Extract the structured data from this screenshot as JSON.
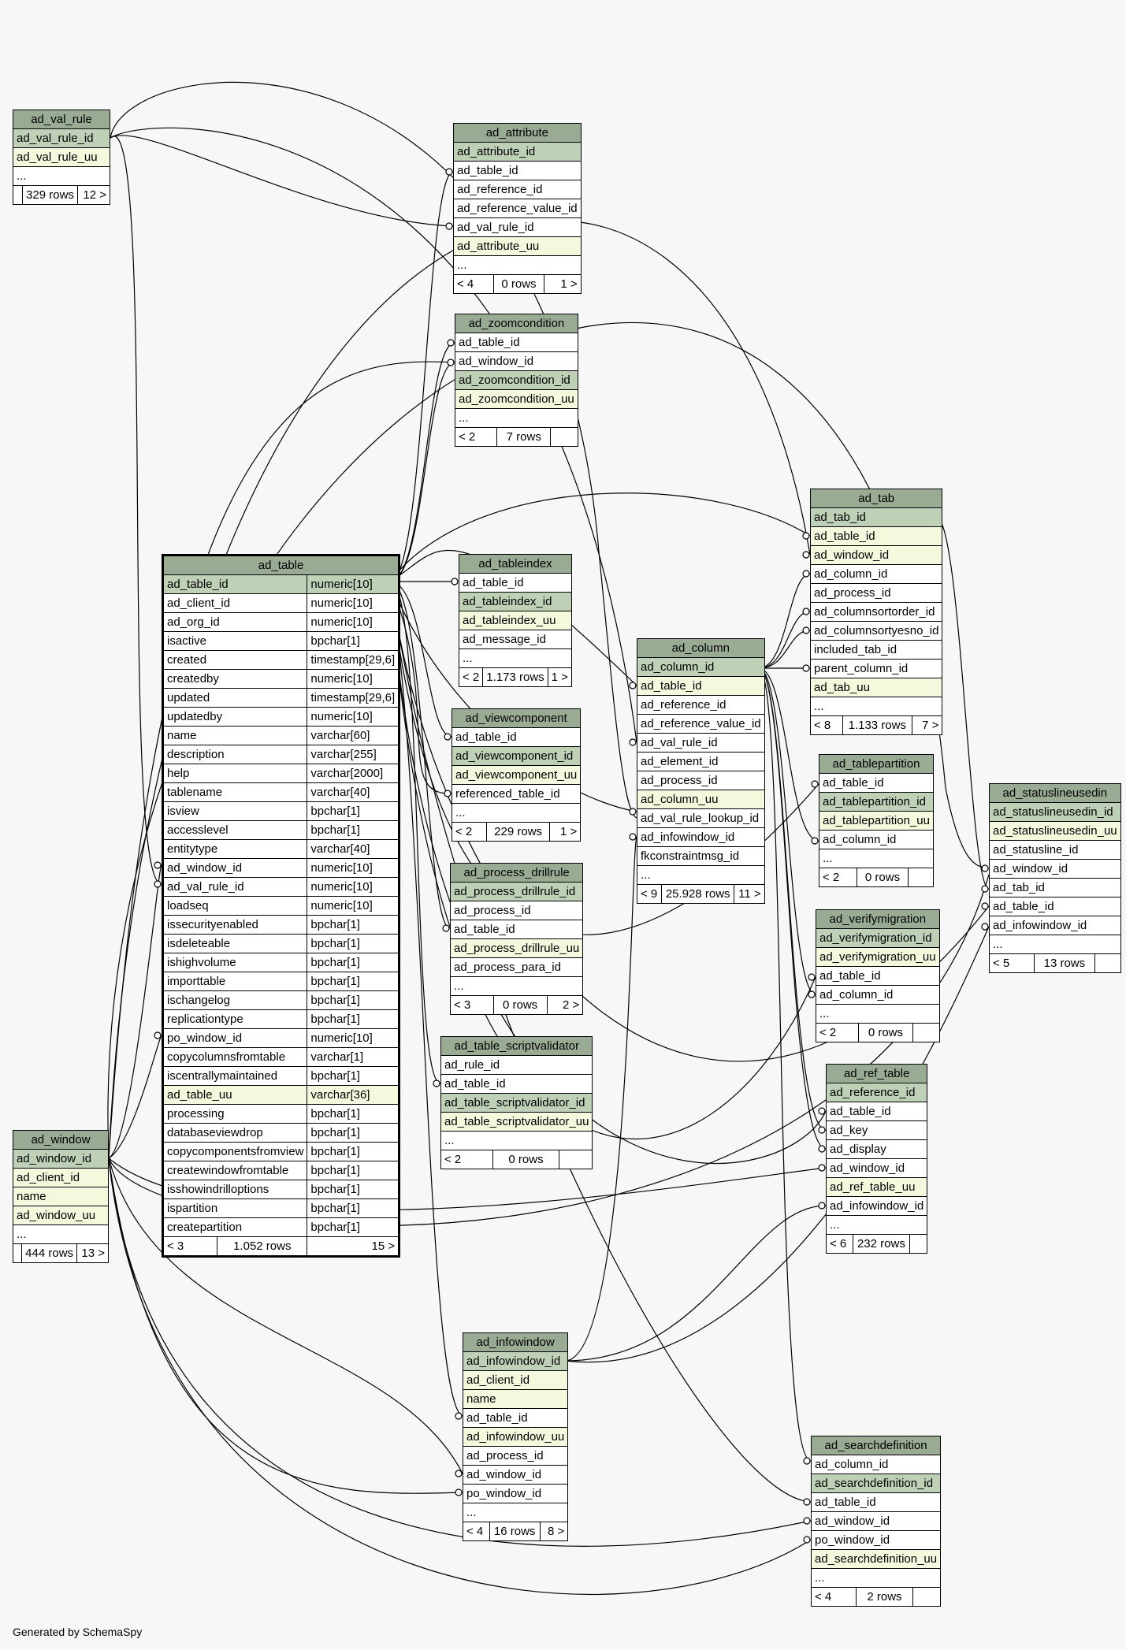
{
  "footer_text": "Generated by SchemaSpy",
  "colors": {
    "header": "#9aab94",
    "primary_key": "#bed0b6",
    "unique_key": "#f4f8dd",
    "plain": "#ffffff",
    "background": "#f7f7f7"
  },
  "tables": [
    {
      "id": "ad_val_rule",
      "name": "ad_val_rule",
      "columns": [
        {
          "name": "ad_val_rule_id",
          "kind": "pk"
        },
        {
          "name": "ad_val_rule_uu",
          "kind": "uk"
        },
        {
          "name": "...",
          "kind": "plain"
        }
      ],
      "footer": {
        "parents": "",
        "rows": "329 rows",
        "children": "12 >"
      }
    },
    {
      "id": "ad_attribute",
      "name": "ad_attribute",
      "columns": [
        {
          "name": "ad_attribute_id",
          "kind": "pk"
        },
        {
          "name": "ad_table_id",
          "kind": "plain"
        },
        {
          "name": "ad_reference_id",
          "kind": "plain"
        },
        {
          "name": "ad_reference_value_id",
          "kind": "plain"
        },
        {
          "name": "ad_val_rule_id",
          "kind": "plain"
        },
        {
          "name": "ad_attribute_uu",
          "kind": "uk"
        },
        {
          "name": "...",
          "kind": "plain"
        }
      ],
      "footer": {
        "parents": "< 4",
        "rows": "0 rows",
        "children": "1 >"
      }
    },
    {
      "id": "ad_zoomcondition",
      "name": "ad_zoomcondition",
      "columns": [
        {
          "name": "ad_table_id",
          "kind": "plain"
        },
        {
          "name": "ad_window_id",
          "kind": "plain"
        },
        {
          "name": "ad_zoomcondition_id",
          "kind": "pk"
        },
        {
          "name": "ad_zoomcondition_uu",
          "kind": "uk"
        },
        {
          "name": "...",
          "kind": "plain"
        }
      ],
      "footer": {
        "parents": "< 2",
        "rows": "7 rows",
        "children": ""
      }
    },
    {
      "id": "ad_table",
      "name": "ad_table",
      "focus": true,
      "columns": [
        {
          "name": "ad_table_id",
          "type": "numeric[10]",
          "kind": "pk"
        },
        {
          "name": "ad_client_id",
          "type": "numeric[10]",
          "kind": "plain"
        },
        {
          "name": "ad_org_id",
          "type": "numeric[10]",
          "kind": "plain"
        },
        {
          "name": "isactive",
          "type": "bpchar[1]",
          "kind": "plain"
        },
        {
          "name": "created",
          "type": "timestamp[29,6]",
          "kind": "plain"
        },
        {
          "name": "createdby",
          "type": "numeric[10]",
          "kind": "plain"
        },
        {
          "name": "updated",
          "type": "timestamp[29,6]",
          "kind": "plain"
        },
        {
          "name": "updatedby",
          "type": "numeric[10]",
          "kind": "plain"
        },
        {
          "name": "name",
          "type": "varchar[60]",
          "kind": "plain"
        },
        {
          "name": "description",
          "type": "varchar[255]",
          "kind": "plain"
        },
        {
          "name": "help",
          "type": "varchar[2000]",
          "kind": "plain"
        },
        {
          "name": "tablename",
          "type": "varchar[40]",
          "kind": "plain"
        },
        {
          "name": "isview",
          "type": "bpchar[1]",
          "kind": "plain"
        },
        {
          "name": "accesslevel",
          "type": "bpchar[1]",
          "kind": "plain"
        },
        {
          "name": "entitytype",
          "type": "varchar[40]",
          "kind": "plain"
        },
        {
          "name": "ad_window_id",
          "type": "numeric[10]",
          "kind": "plain"
        },
        {
          "name": "ad_val_rule_id",
          "type": "numeric[10]",
          "kind": "plain"
        },
        {
          "name": "loadseq",
          "type": "numeric[10]",
          "kind": "plain"
        },
        {
          "name": "issecurityenabled",
          "type": "bpchar[1]",
          "kind": "plain"
        },
        {
          "name": "isdeleteable",
          "type": "bpchar[1]",
          "kind": "plain"
        },
        {
          "name": "ishighvolume",
          "type": "bpchar[1]",
          "kind": "plain"
        },
        {
          "name": "importtable",
          "type": "bpchar[1]",
          "kind": "plain"
        },
        {
          "name": "ischangelog",
          "type": "bpchar[1]",
          "kind": "plain"
        },
        {
          "name": "replicationtype",
          "type": "bpchar[1]",
          "kind": "plain"
        },
        {
          "name": "po_window_id",
          "type": "numeric[10]",
          "kind": "plain"
        },
        {
          "name": "copycolumnsfromtable",
          "type": "varchar[1]",
          "kind": "plain"
        },
        {
          "name": "iscentrallymaintained",
          "type": "bpchar[1]",
          "kind": "plain"
        },
        {
          "name": "ad_table_uu",
          "type": "varchar[36]",
          "kind": "uk"
        },
        {
          "name": "processing",
          "type": "bpchar[1]",
          "kind": "plain"
        },
        {
          "name": "databaseviewdrop",
          "type": "bpchar[1]",
          "kind": "plain"
        },
        {
          "name": "copycomponentsfromview",
          "type": "bpchar[1]",
          "kind": "plain"
        },
        {
          "name": "createwindowfromtable",
          "type": "bpchar[1]",
          "kind": "plain"
        },
        {
          "name": "isshowindrilloptions",
          "type": "bpchar[1]",
          "kind": "plain"
        },
        {
          "name": "ispartition",
          "type": "bpchar[1]",
          "kind": "plain"
        },
        {
          "name": "createpartition",
          "type": "bpchar[1]",
          "kind": "plain"
        }
      ],
      "footer": {
        "parents": "< 3",
        "rows": "1.052 rows",
        "children": "15 >"
      }
    },
    {
      "id": "ad_tableindex",
      "name": "ad_tableindex",
      "columns": [
        {
          "name": "ad_table_id",
          "kind": "plain"
        },
        {
          "name": "ad_tableindex_id",
          "kind": "pk"
        },
        {
          "name": "ad_tableindex_uu",
          "kind": "uk"
        },
        {
          "name": "ad_message_id",
          "kind": "plain"
        },
        {
          "name": "...",
          "kind": "plain"
        }
      ],
      "footer": {
        "parents": "< 2",
        "rows": "1.173 rows",
        "children": "1 >"
      }
    },
    {
      "id": "ad_viewcomponent",
      "name": "ad_viewcomponent",
      "columns": [
        {
          "name": "ad_table_id",
          "kind": "plain"
        },
        {
          "name": "ad_viewcomponent_id",
          "kind": "pk"
        },
        {
          "name": "ad_viewcomponent_uu",
          "kind": "uk"
        },
        {
          "name": "referenced_table_id",
          "kind": "plain"
        },
        {
          "name": "...",
          "kind": "plain"
        }
      ],
      "footer": {
        "parents": "< 2",
        "rows": "229 rows",
        "children": "1 >"
      }
    },
    {
      "id": "ad_process_drillrule",
      "name": "ad_process_drillrule",
      "columns": [
        {
          "name": "ad_process_drillrule_id",
          "kind": "pk"
        },
        {
          "name": "ad_process_id",
          "kind": "plain"
        },
        {
          "name": "ad_table_id",
          "kind": "plain"
        },
        {
          "name": "ad_process_drillrule_uu",
          "kind": "uk"
        },
        {
          "name": "ad_process_para_id",
          "kind": "plain"
        },
        {
          "name": "...",
          "kind": "plain"
        }
      ],
      "footer": {
        "parents": "< 3",
        "rows": "0 rows",
        "children": "2 >"
      }
    },
    {
      "id": "ad_table_scriptvalidator",
      "name": "ad_table_scriptvalidator",
      "columns": [
        {
          "name": "ad_rule_id",
          "kind": "plain"
        },
        {
          "name": "ad_table_id",
          "kind": "plain"
        },
        {
          "name": "ad_table_scriptvalidator_id",
          "kind": "pk"
        },
        {
          "name": "ad_table_scriptvalidator_uu",
          "kind": "uk"
        },
        {
          "name": "...",
          "kind": "plain"
        }
      ],
      "footer": {
        "parents": "< 2",
        "rows": "0 rows",
        "children": ""
      }
    },
    {
      "id": "ad_column",
      "name": "ad_column",
      "columns": [
        {
          "name": "ad_column_id",
          "kind": "pk"
        },
        {
          "name": "ad_table_id",
          "kind": "uk"
        },
        {
          "name": "ad_reference_id",
          "kind": "plain"
        },
        {
          "name": "ad_reference_value_id",
          "kind": "plain"
        },
        {
          "name": "ad_val_rule_id",
          "kind": "plain"
        },
        {
          "name": "ad_element_id",
          "kind": "plain"
        },
        {
          "name": "ad_process_id",
          "kind": "plain"
        },
        {
          "name": "ad_column_uu",
          "kind": "uk"
        },
        {
          "name": "ad_val_rule_lookup_id",
          "kind": "plain"
        },
        {
          "name": "ad_infowindow_id",
          "kind": "plain"
        },
        {
          "name": "fkconstraintmsg_id",
          "kind": "plain"
        },
        {
          "name": "...",
          "kind": "plain"
        }
      ],
      "footer": {
        "parents": "< 9",
        "rows": "25.928 rows",
        "children": "11 >"
      }
    },
    {
      "id": "ad_tab",
      "name": "ad_tab",
      "columns": [
        {
          "name": "ad_tab_id",
          "kind": "pk"
        },
        {
          "name": "ad_table_id",
          "kind": "uk"
        },
        {
          "name": "ad_window_id",
          "kind": "uk"
        },
        {
          "name": "ad_column_id",
          "kind": "plain"
        },
        {
          "name": "ad_process_id",
          "kind": "plain"
        },
        {
          "name": "ad_columnsortorder_id",
          "kind": "plain"
        },
        {
          "name": "ad_columnsortyesno_id",
          "kind": "plain"
        },
        {
          "name": "included_tab_id",
          "kind": "plain"
        },
        {
          "name": "parent_column_id",
          "kind": "plain"
        },
        {
          "name": "ad_tab_uu",
          "kind": "uk"
        },
        {
          "name": "...",
          "kind": "plain"
        }
      ],
      "footer": {
        "parents": "< 8",
        "rows": "1.133 rows",
        "children": "7 >"
      }
    },
    {
      "id": "ad_tablepartition",
      "name": "ad_tablepartition",
      "columns": [
        {
          "name": "ad_table_id",
          "kind": "plain"
        },
        {
          "name": "ad_tablepartition_id",
          "kind": "pk"
        },
        {
          "name": "ad_tablepartition_uu",
          "kind": "uk"
        },
        {
          "name": "ad_column_id",
          "kind": "plain"
        },
        {
          "name": "...",
          "kind": "plain"
        }
      ],
      "footer": {
        "parents": "< 2",
        "rows": "0 rows",
        "children": ""
      }
    },
    {
      "id": "ad_statuslineusedin",
      "name": "ad_statuslineusedin",
      "columns": [
        {
          "name": "ad_statuslineusedin_id",
          "kind": "pk"
        },
        {
          "name": "ad_statuslineusedin_uu",
          "kind": "uk"
        },
        {
          "name": "ad_statusline_id",
          "kind": "plain"
        },
        {
          "name": "ad_window_id",
          "kind": "plain"
        },
        {
          "name": "ad_tab_id",
          "kind": "plain"
        },
        {
          "name": "ad_table_id",
          "kind": "plain"
        },
        {
          "name": "ad_infowindow_id",
          "kind": "plain"
        },
        {
          "name": "...",
          "kind": "plain"
        }
      ],
      "footer": {
        "parents": "< 5",
        "rows": "13 rows",
        "children": ""
      }
    },
    {
      "id": "ad_verifymigration",
      "name": "ad_verifymigration",
      "columns": [
        {
          "name": "ad_verifymigration_id",
          "kind": "pk"
        },
        {
          "name": "ad_verifymigration_uu",
          "kind": "uk"
        },
        {
          "name": "ad_table_id",
          "kind": "plain"
        },
        {
          "name": "ad_column_id",
          "kind": "plain"
        },
        {
          "name": "...",
          "kind": "plain"
        }
      ],
      "footer": {
        "parents": "< 2",
        "rows": "0 rows",
        "children": ""
      }
    },
    {
      "id": "ad_ref_table",
      "name": "ad_ref_table",
      "columns": [
        {
          "name": "ad_reference_id",
          "kind": "pk"
        },
        {
          "name": "ad_table_id",
          "kind": "plain"
        },
        {
          "name": "ad_key",
          "kind": "plain"
        },
        {
          "name": "ad_display",
          "kind": "plain"
        },
        {
          "name": "ad_window_id",
          "kind": "plain"
        },
        {
          "name": "ad_ref_table_uu",
          "kind": "uk"
        },
        {
          "name": "ad_infowindow_id",
          "kind": "plain"
        },
        {
          "name": "...",
          "kind": "plain"
        }
      ],
      "footer": {
        "parents": "< 6",
        "rows": "232 rows",
        "children": ""
      }
    },
    {
      "id": "ad_window",
      "name": "ad_window",
      "columns": [
        {
          "name": "ad_window_id",
          "kind": "pk"
        },
        {
          "name": "ad_client_id",
          "kind": "uk"
        },
        {
          "name": "name",
          "kind": "uk"
        },
        {
          "name": "ad_window_uu",
          "kind": "uk"
        },
        {
          "name": "...",
          "kind": "plain"
        }
      ],
      "footer": {
        "parents": "",
        "rows": "444 rows",
        "children": "13 >"
      }
    },
    {
      "id": "ad_infowindow",
      "name": "ad_infowindow",
      "columns": [
        {
          "name": "ad_infowindow_id",
          "kind": "pk"
        },
        {
          "name": "ad_client_id",
          "kind": "uk"
        },
        {
          "name": "name",
          "kind": "uk"
        },
        {
          "name": "ad_table_id",
          "kind": "plain"
        },
        {
          "name": "ad_infowindow_uu",
          "kind": "uk"
        },
        {
          "name": "ad_process_id",
          "kind": "plain"
        },
        {
          "name": "ad_window_id",
          "kind": "plain"
        },
        {
          "name": "po_window_id",
          "kind": "plain"
        },
        {
          "name": "...",
          "kind": "plain"
        }
      ],
      "footer": {
        "parents": "< 4",
        "rows": "16 rows",
        "children": "8 >"
      }
    },
    {
      "id": "ad_searchdefinition",
      "name": "ad_searchdefinition",
      "columns": [
        {
          "name": "ad_column_id",
          "kind": "plain"
        },
        {
          "name": "ad_searchdefinition_id",
          "kind": "pk"
        },
        {
          "name": "ad_table_id",
          "kind": "plain"
        },
        {
          "name": "ad_window_id",
          "kind": "plain"
        },
        {
          "name": "po_window_id",
          "kind": "plain"
        },
        {
          "name": "ad_searchdefinition_uu",
          "kind": "uk"
        },
        {
          "name": "...",
          "kind": "plain"
        }
      ],
      "footer": {
        "parents": "< 4",
        "rows": "2 rows",
        "children": ""
      }
    }
  ]
}
